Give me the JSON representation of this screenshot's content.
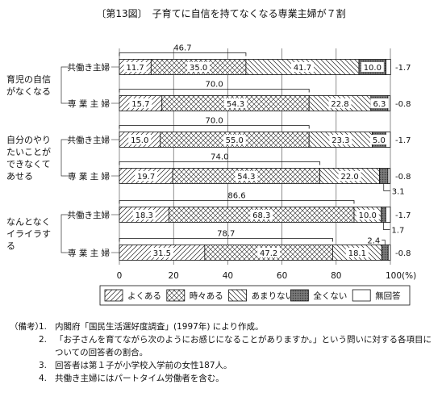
{
  "figure": {
    "title": "〔第13図〕　子育てに自信を持てなくなる専業主婦が７割"
  },
  "chart_data": {
    "type": "bar",
    "orientation": "horizontal",
    "stacked": true,
    "x_unit": "(%)",
    "xlim": [
      0,
      100
    ],
    "x_ticks": [
      "0",
      "20",
      "40",
      "60",
      "80",
      "100(%)"
    ],
    "legend_placement": "bottom",
    "groups": [
      {
        "label_lines": [
          "育児の自信",
          "がなくなる"
        ]
      },
      {
        "label_lines": [
          "自分のやり",
          "たいことが",
          "できなくて",
          "あせる"
        ]
      },
      {
        "label_lines": [
          "なんとなく",
          "イライラす",
          "る"
        ]
      }
    ],
    "categories": [
      "共働き主婦",
      "専 業 主 婦",
      "共働き主婦",
      "専 業 主 婦",
      "共働き主婦",
      "専 業 主 婦"
    ],
    "category_group": [
      0,
      0,
      1,
      1,
      2,
      2
    ],
    "series": [
      {
        "name": "よくある",
        "values": [
          11.7,
          15.7,
          15.0,
          19.7,
          18.3,
          31.5
        ],
        "pattern": "diag-right",
        "color": "#ffffff"
      },
      {
        "name": "時々ある",
        "values": [
          35.0,
          54.3,
          55.0,
          54.3,
          68.3,
          47.2
        ],
        "pattern": "crosshatch",
        "color": "#ffffff"
      },
      {
        "name": "あまりない",
        "values": [
          41.7,
          22.8,
          23.3,
          22.0,
          10.0,
          18.1
        ],
        "pattern": "diag-left",
        "color": "#ffffff"
      },
      {
        "name": "全くない",
        "values": [
          10.0,
          6.3,
          5.0,
          3.1,
          1.7,
          2.4
        ],
        "pattern": "dark-dots",
        "color": "#6e6e6e"
      },
      {
        "name": "無回答",
        "values": [
          1.7,
          0.8,
          1.7,
          0.8,
          1.7,
          0.8
        ],
        "pattern": "blank",
        "color": "#ffffff"
      }
    ],
    "segment_labels": [
      [
        "11.7",
        "35.0",
        "41.7",
        "10.0",
        "1.7"
      ],
      [
        "15.7",
        "54.3",
        "22.8",
        "6.3",
        "0.8"
      ],
      [
        "15.0",
        "55.0",
        "23.3",
        "5.0",
        "1.7"
      ],
      [
        "19.7",
        "54.3",
        "22.0",
        "",
        "0.8"
      ],
      [
        "18.3",
        "68.3",
        "10.0",
        "",
        "1.7"
      ],
      [
        "31.5",
        "47.2",
        "18.1",
        "",
        "0.8"
      ]
    ],
    "external_labels": [
      {
        "row": 3,
        "series": 3,
        "text": "3.1",
        "side": "below"
      },
      {
        "row": 4,
        "series": 3,
        "text": "1.7",
        "side": "below"
      },
      {
        "row": 5,
        "series": 3,
        "text": "2.4",
        "side": "above"
      }
    ],
    "brackets": [
      {
        "row": 0,
        "text": "46.7"
      },
      {
        "row": 1,
        "text": "70.0"
      },
      {
        "row": 2,
        "text": "70.0"
      },
      {
        "row": 3,
        "text": "74.0"
      },
      {
        "row": 4,
        "text": "86.6"
      },
      {
        "row": 5,
        "text": "78.7"
      }
    ]
  },
  "notes": {
    "lead": "（備考）",
    "items": [
      {
        "num": "1.",
        "text": "内閣府「国民生活選好度調査」(1997年) により作成。"
      },
      {
        "num": "2.",
        "text": "「お子さんを育てながら次のようにお感じになることがありますか。」という問いに対する各項目についての回答者の割合。"
      },
      {
        "num": "3.",
        "text": "回答者は第１子が小学校入学前の女性187人。"
      },
      {
        "num": "4.",
        "text": "共働き主婦にはパートタイム労働者を含む。"
      }
    ]
  }
}
